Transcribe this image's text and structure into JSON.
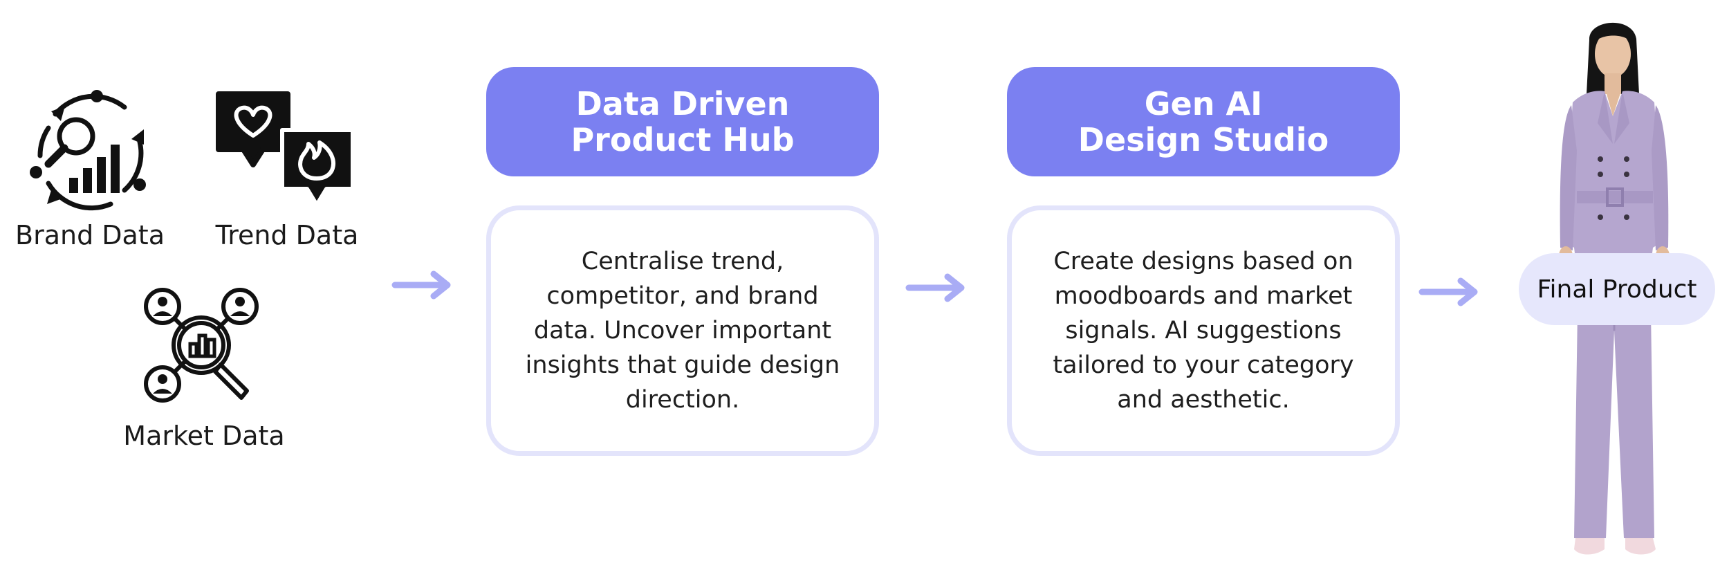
{
  "sources": {
    "brand": {
      "label": "Brand Data",
      "icon": "brand-analytics-icon"
    },
    "trend": {
      "label": "Trend Data",
      "icon": "trend-chat-icon"
    },
    "market": {
      "label": "Market Data",
      "icon": "market-network-icon"
    }
  },
  "stages": [
    {
      "title_line1": "Data Driven",
      "title_line2": "Product Hub",
      "description": "Centralise trend, competitor, and brand data. Uncover important insights that guide design direction."
    },
    {
      "title_line1": "Gen AI",
      "title_line2": "Design Studio",
      "description": "Create designs based on moodboards and market signals. AI suggestions tailored to your category and aesthetic."
    }
  ],
  "final": {
    "label": "Final Product"
  },
  "colors": {
    "accent": "#7b80f1",
    "arrow": "#a9acf5",
    "card_border": "#e3e4fb",
    "badge_bg": "#e6e7fc",
    "suit": "#b5a6cf"
  }
}
